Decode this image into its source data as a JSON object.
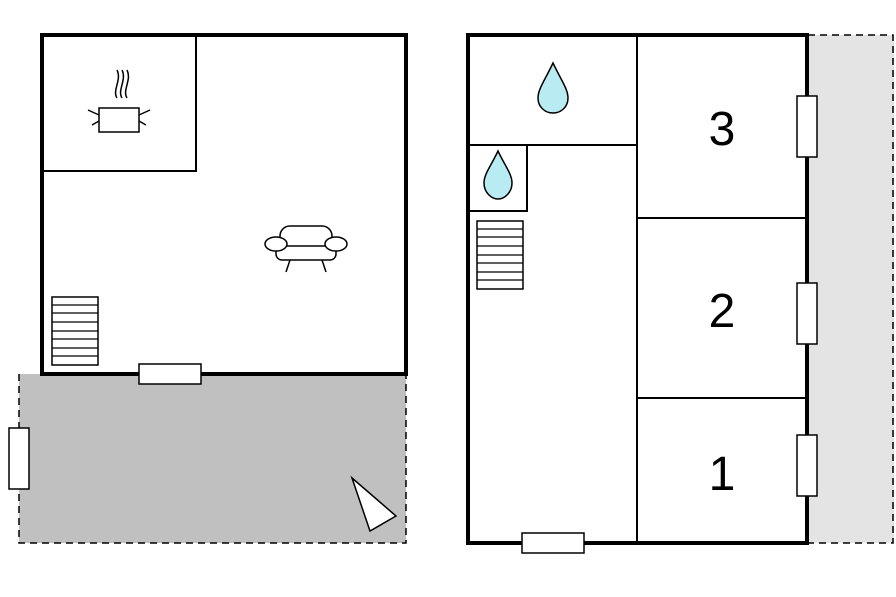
{
  "plans": [
    {
      "name": "left-floor",
      "terrace_color": "#c0c0c0",
      "icons": [
        "cooking-pot-icon",
        "sofa-icon",
        "stairs-icon",
        "terrace-direction-icon"
      ]
    },
    {
      "name": "right-floor",
      "balcony_color": "#e4e4e4",
      "water_color": "#b8ecf2",
      "icons": [
        "water-drop-icon",
        "water-drop-icon",
        "stairs-icon"
      ],
      "rooms": [
        {
          "label": "3"
        },
        {
          "label": "2"
        },
        {
          "label": "1"
        }
      ]
    }
  ]
}
